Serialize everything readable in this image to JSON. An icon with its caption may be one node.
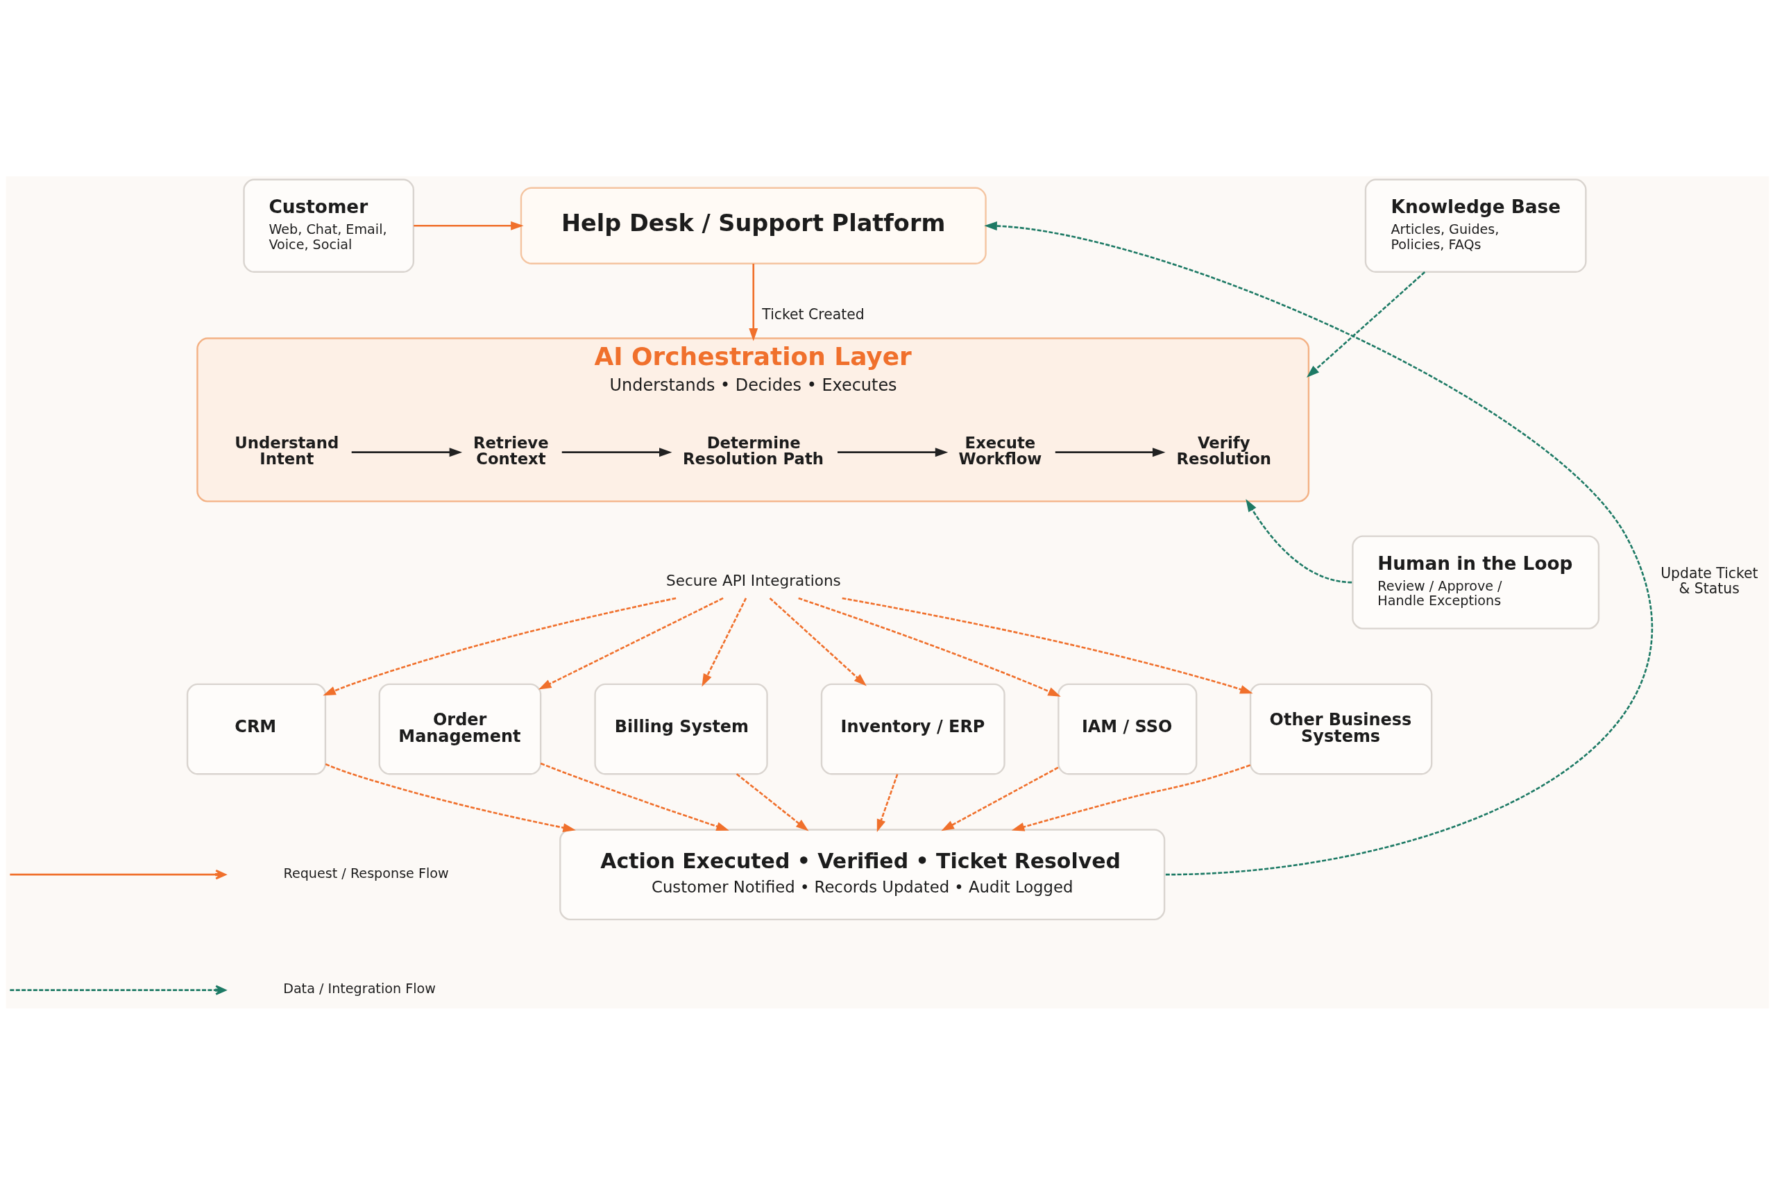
{
  "diagram": {
    "nodes": [
      {
        "text": [
          "Customer",
          "Web, Chat, Email, Voice, Social"
        ]
      },
      {
        "text": [
          "Help Desk / Support Platform"
        ]
      },
      {
        "text": [
          "AI Orchestration Layer",
          "Understands • Decides • Executes"
        ]
      },
      {
        "text": [
          "Understand Intent"
        ],
        "in": 2
      },
      {
        "text": [
          "Retrieve Context"
        ],
        "in": 2
      },
      {
        "text": [
          "Determine Resolution Path"
        ],
        "in": 2
      },
      {
        "text": [
          "Execute Workflow"
        ],
        "in": 2
      },
      {
        "text": [
          "Verify Resolution"
        ],
        "in": 2
      },
      {
        "text": [
          "Knowledge Base",
          "Articles, Guides, Policies, FAQs"
        ]
      },
      {
        "text": [
          "Human in the Loop",
          "Review / Approve / Handle Exceptions"
        ]
      },
      {
        "text": [
          "Secure API Integrations"
        ]
      },
      {
        "text": [
          "CRM"
        ]
      },
      {
        "text": [
          "Order Management"
        ]
      },
      {
        "text": [
          "Billing System"
        ]
      },
      {
        "text": [
          "Inventory / ERP"
        ]
      },
      {
        "text": [
          "IAM / SSO"
        ]
      },
      {
        "text": [
          "Other Business Systems"
        ]
      },
      {
        "text": [
          "Action Executed • Verified • Ticket Resolved",
          "Customer Notified • Records Updated • Audit Logged"
        ]
      }
    ],
    "edges": [
      {
        "from": 0,
        "to": 1,
        "arrow": "to"
      },
      {
        "from": 1,
        "to": 2,
        "arrow": "to",
        "label": "Ticket Created"
      },
      {
        "from": 8,
        "to": 2,
        "arrow": "to",
        "style": "dashed",
        "color": "#1d7a65"
      },
      {
        "from": 9,
        "to": 2,
        "arrow": "to",
        "style": "dashed",
        "color": "#1d7a65"
      },
      {
        "from": 3,
        "to": 4,
        "arrow": "to",
        "color": "#222222"
      },
      {
        "from": 4,
        "to": 5,
        "arrow": "to",
        "color": "#222222"
      },
      {
        "from": 5,
        "to": 6,
        "arrow": "to",
        "color": "#222222"
      },
      {
        "from": 6,
        "to": 7,
        "arrow": "to",
        "color": "#222222"
      },
      {
        "from": 10,
        "to": 11,
        "arrow": "to",
        "style": "dashed"
      },
      {
        "from": 10,
        "to": 12,
        "arrow": "to",
        "style": "dashed"
      },
      {
        "from": 10,
        "to": 13,
        "arrow": "to",
        "style": "dashed"
      },
      {
        "from": 10,
        "to": 14,
        "arrow": "to",
        "style": "dashed"
      },
      {
        "from": 10,
        "to": 15,
        "arrow": "to",
        "style": "dashed"
      },
      {
        "from": 10,
        "to": 16,
        "arrow": "to",
        "style": "dashed"
      },
      {
        "from": 11,
        "to": 17,
        "arrow": "to",
        "style": "dashed"
      },
      {
        "from": 12,
        "to": 17,
        "arrow": "to",
        "style": "dashed"
      },
      {
        "from": 13,
        "to": 17,
        "arrow": "to",
        "style": "dashed"
      },
      {
        "from": 14,
        "to": 17,
        "arrow": "to",
        "style": "dashed"
      },
      {
        "from": 15,
        "to": 17,
        "arrow": "to",
        "style": "dashed"
      },
      {
        "from": 16,
        "to": 17,
        "arrow": "to",
        "style": "dashed"
      },
      {
        "from": 17,
        "to": 1,
        "arrow": "to",
        "style": "dashed",
        "color": "#1d7a65",
        "label": "Update Ticket & Status"
      }
    ],
    "legend": [
      {
        "text": "Request / Response Flow"
      },
      {
        "text": "Data / Integration Flow"
      }
    ]
  }
}
